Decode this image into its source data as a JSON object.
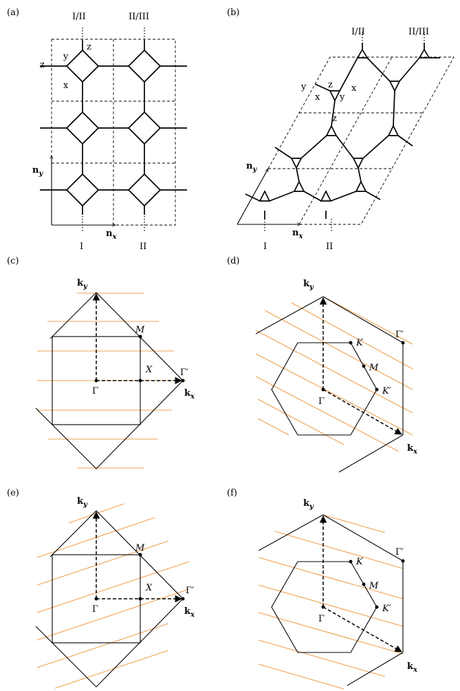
{
  "panels": {
    "a": "(a)",
    "b": "(b)",
    "c": "(c)",
    "d": "(d)",
    "e": "(e)",
    "f": "(f)"
  },
  "bonds": {
    "x": "x",
    "y": "y",
    "z": "z"
  },
  "cuts": {
    "I": "I",
    "II": "II",
    "I_II": "I/II",
    "II_III": "II/III"
  },
  "vectors": {
    "n": "n",
    "k": "k",
    "x_sub": "x",
    "y_sub": "y"
  },
  "points": {
    "gamma": "Γ",
    "gamma_prime": "Γ′",
    "X": "X",
    "M": "M",
    "K": "K",
    "K_prime": "K′"
  },
  "colors": {
    "cut_lines": "#f0a050",
    "ink": "#000000"
  }
}
